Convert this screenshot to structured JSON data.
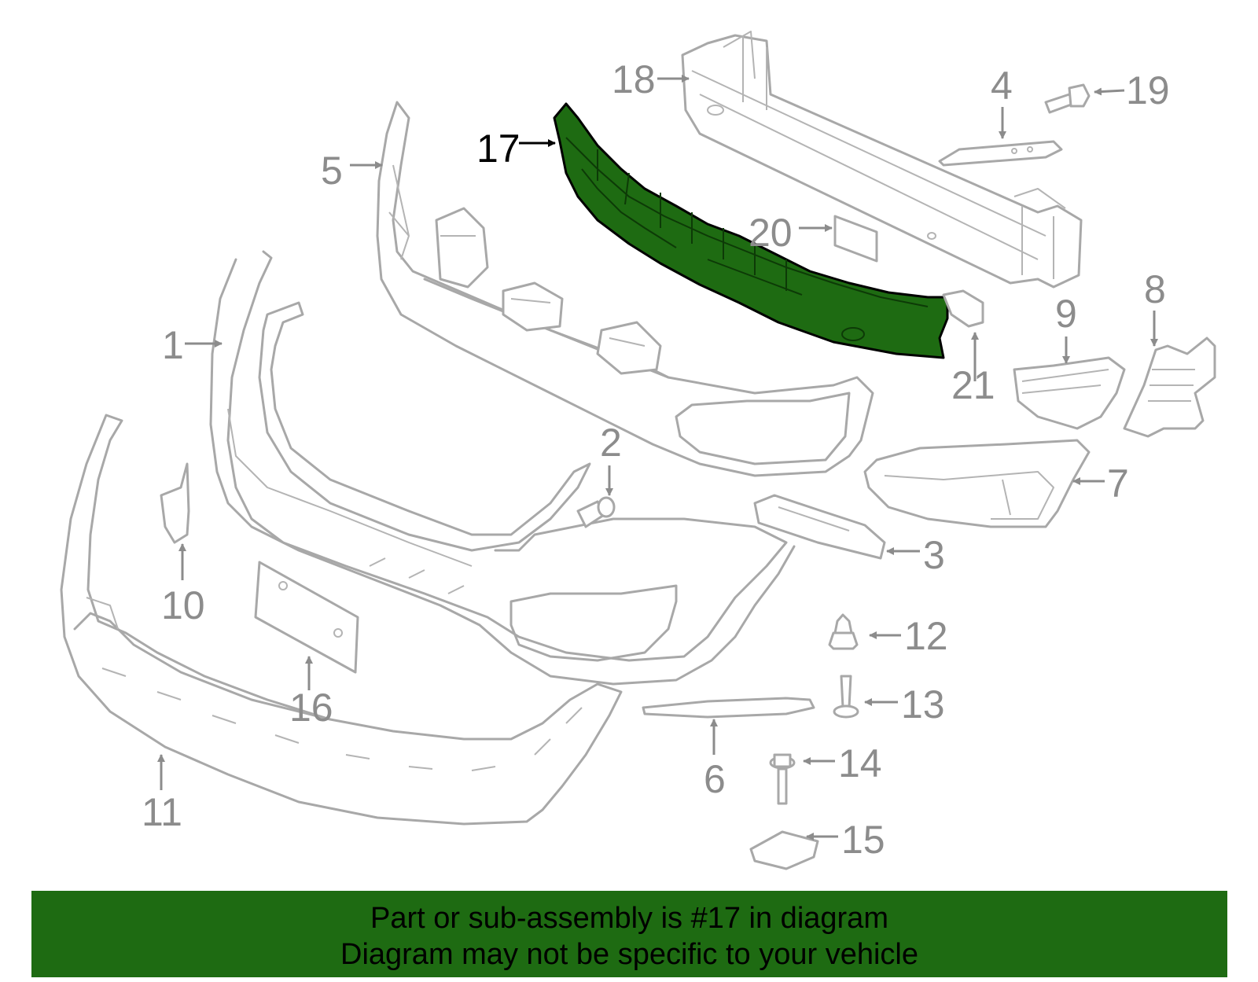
{
  "diagram": {
    "highlight_color": "#1e6b12",
    "part_color": "#a8a8a8",
    "highlighted_part": "17",
    "callouts": {
      "c1": "1",
      "c2": "2",
      "c3": "3",
      "c4": "4",
      "c5": "5",
      "c6": "6",
      "c7": "7",
      "c8": "8",
      "c9": "9",
      "c10": "10",
      "c11": "11",
      "c12": "12",
      "c13": "13",
      "c14": "14",
      "c15": "15",
      "c16": "16",
      "c17": "17",
      "c18": "18",
      "c19": "19",
      "c20": "20",
      "c21": "21"
    }
  },
  "banner": {
    "line1": "Part or sub-assembly is #17 in diagram",
    "line2": "Diagram may not be specific to your vehicle",
    "background": "#1e6b12"
  }
}
